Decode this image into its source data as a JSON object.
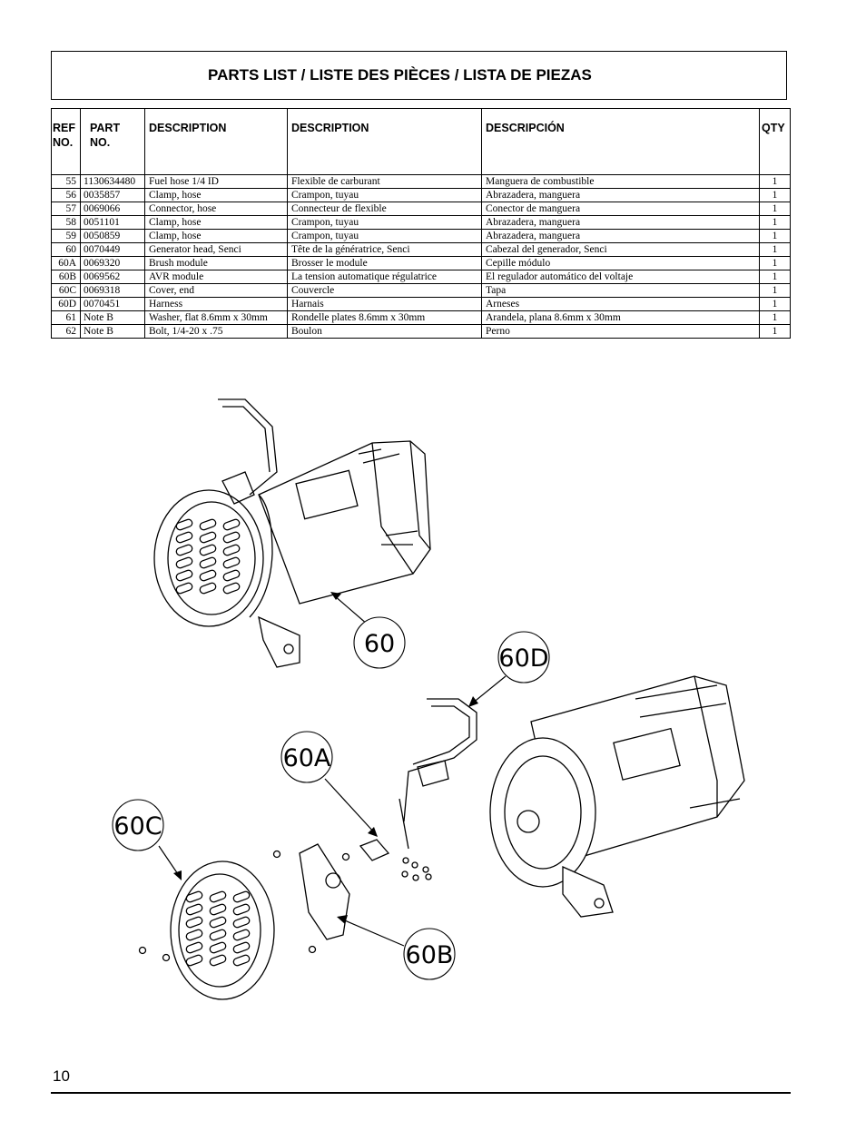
{
  "header": {
    "title": "PARTS LIST / LISTE DES PIÈCES / LISTA DE PIEZAS"
  },
  "table": {
    "headers": {
      "ref_line1": "REF",
      "ref_line2": "NO.",
      "part_line1": "PART",
      "part_line2": "NO.",
      "desc_en": "DESCRIPTION",
      "desc_fr": "DESCRIPTION",
      "desc_es": "DESCRIPCIÓN",
      "qty": "QTY"
    },
    "rows": [
      {
        "ref": "55",
        "part": "1130634480",
        "en": "Fuel hose 1/4 ID",
        "fr": "Flexible de carburant",
        "es": "Manguera de combustible",
        "qty": "1"
      },
      {
        "ref": "56",
        "part": "0035857",
        "en": "Clamp, hose",
        "fr": "Crampon, tuyau",
        "es": "Abrazadera, manguera",
        "qty": "1"
      },
      {
        "ref": "57",
        "part": "0069066",
        "en": "Connector, hose",
        "fr": "Connecteur de flexible",
        "es": "Conector de manguera",
        "qty": "1"
      },
      {
        "ref": "58",
        "part": "0051101",
        "en": "Clamp, hose",
        "fr": "Crampon, tuyau",
        "es": "Abrazadera, manguera",
        "qty": "1"
      },
      {
        "ref": "59",
        "part": "0050859",
        "en": "Clamp, hose",
        "fr": "Crampon, tuyau",
        "es": "Abrazadera, manguera",
        "qty": "1"
      },
      {
        "ref": "60",
        "part": "0070449",
        "en": "Generator head, Senci",
        "fr": "Tête de la génératrice, Senci",
        "es": "Cabezal del generador, Senci",
        "qty": "1"
      },
      {
        "ref": "60A",
        "part": "0069320",
        "en": "Brush module",
        "fr": "Brosser le module",
        "es": "Cepille módulo",
        "qty": "1"
      },
      {
        "ref": "60B",
        "part": "0069562",
        "en": "AVR module",
        "fr": "La tension automatique régulatrice",
        "es": "El regulador automático del voltaje",
        "qty": "1"
      },
      {
        "ref": "60C",
        "part": "0069318",
        "en": "Cover, end",
        "fr": "Couvercle",
        "es": "Tapa",
        "qty": "1"
      },
      {
        "ref": "60D",
        "part": "0070451",
        "en": "Harness",
        "fr": "Harnais",
        "es": "Arneses",
        "qty": "1"
      },
      {
        "ref": "61",
        "part": "Note B",
        "en": "Washer, flat 8.6mm x 30mm",
        "fr": "Rondelle plates 8.6mm x 30mm",
        "es": "Arandela, plana 8.6mm x 30mm",
        "qty": "1"
      },
      {
        "ref": "62",
        "part": "Note B",
        "en": "Bolt, 1/4-20 x .75",
        "fr": "Boulon",
        "es": "Perno",
        "qty": "1"
      }
    ]
  },
  "diagram": {
    "callouts": {
      "c60": "60",
      "c60d": "60D",
      "c60a": "60A",
      "c60c": "60C",
      "c60b": "60B"
    }
  },
  "footer": {
    "page_number": "10"
  }
}
